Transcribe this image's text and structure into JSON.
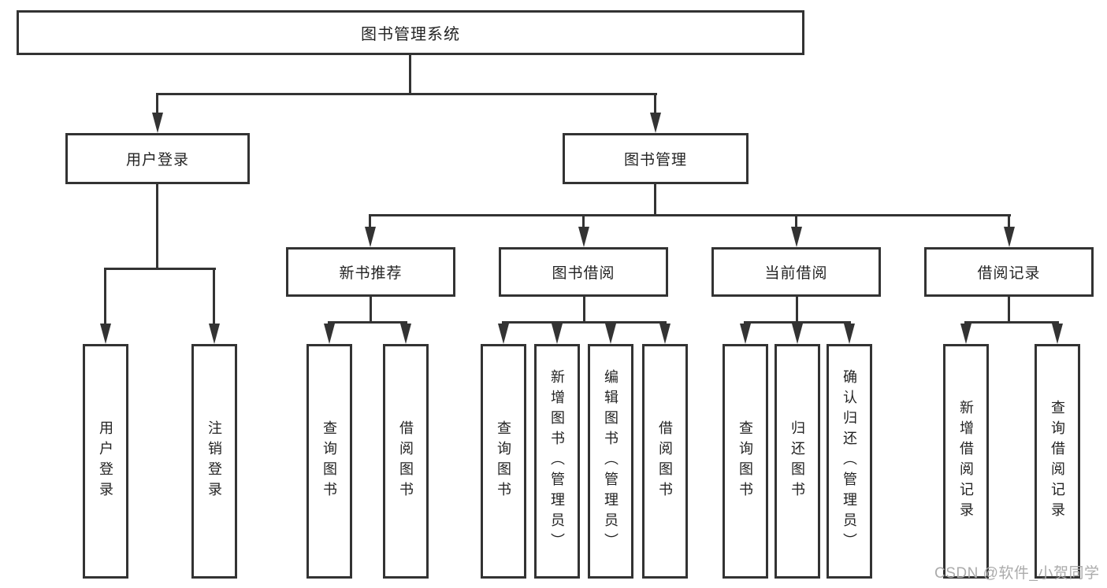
{
  "diagram": {
    "root_label": "图书管理系统",
    "level2": [
      "用户登录",
      "图书管理"
    ],
    "level3": [
      "新书推荐",
      "图书借阅",
      "当前借阅",
      "借阅记录"
    ],
    "leaves": {
      "user_login": [
        "用户登录",
        "注销登录"
      ],
      "new_book_recommend": [
        "查询图书",
        "借阅图书"
      ],
      "book_borrow": [
        "查询图书",
        "新增图书（管理员）",
        "编辑图书（管理员）",
        "借阅图书"
      ],
      "current_borrow": [
        "查询图书",
        "归还图书",
        "确认归还（管理员）"
      ],
      "borrow_record": [
        "新增借阅记录",
        "查询借阅记录"
      ]
    }
  },
  "watermark": "CSDN @软件_小贺同学",
  "colors": {
    "line": "#333333",
    "text": "#232323",
    "watermark": "#ababab",
    "background": "#ffffff"
  }
}
